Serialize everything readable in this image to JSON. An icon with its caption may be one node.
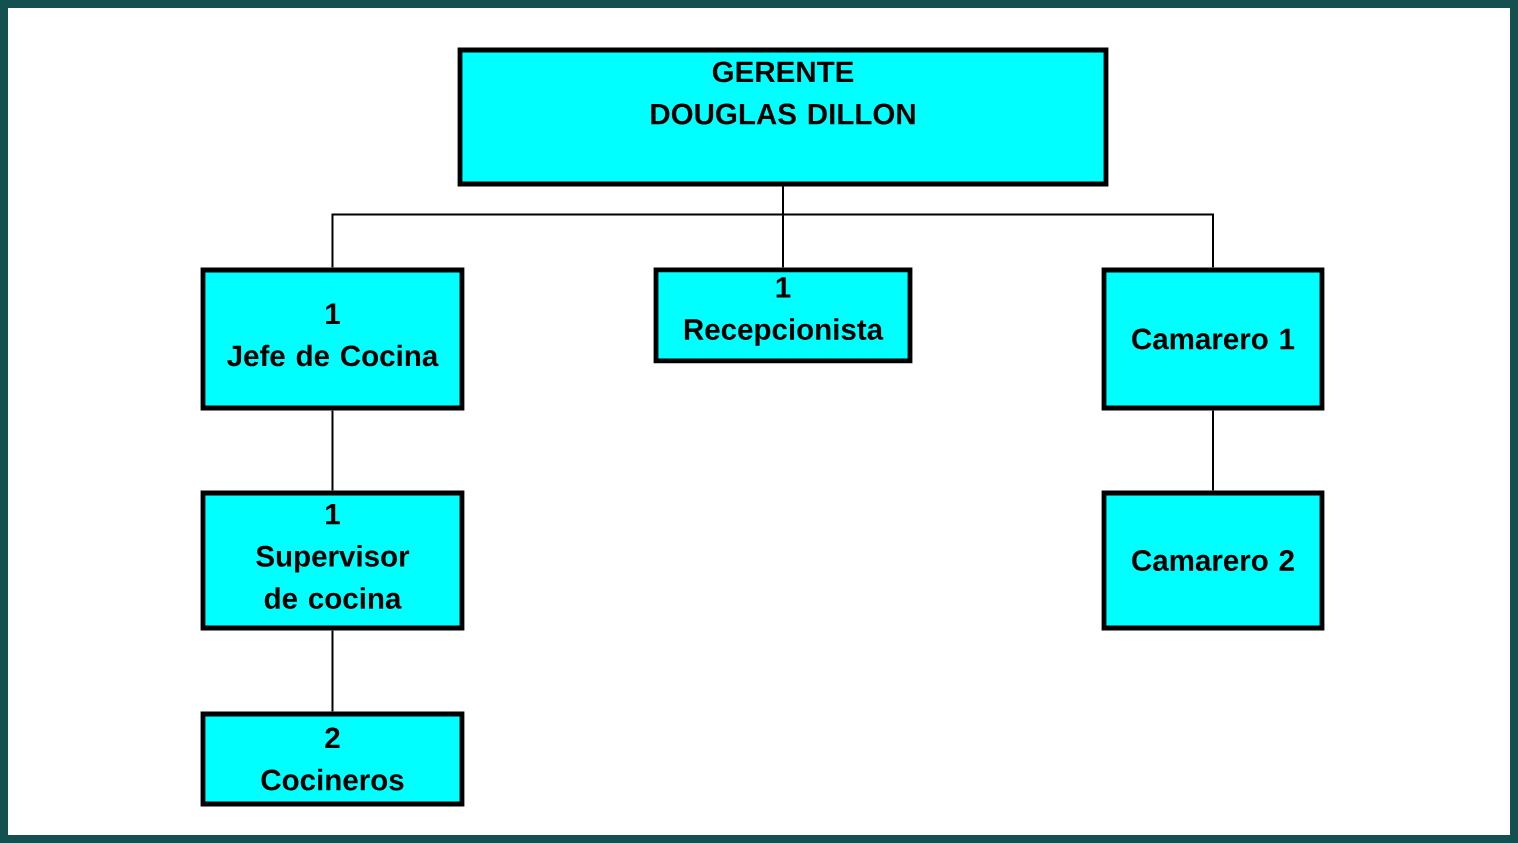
{
  "diagram": {
    "nodes": [
      {
        "text": [
          "GERENTE",
          "DOUGLAS DILLON"
        ]
      },
      {
        "text": [
          "1",
          "Jefe de Cocina"
        ]
      },
      {
        "text": [
          "1",
          "Recepcionista"
        ]
      },
      {
        "text": [
          "Camarero 1"
        ]
      },
      {
        "text": [
          "1",
          "Supervisor de cocina"
        ]
      },
      {
        "text": [
          "2",
          "Cocineros"
        ]
      },
      {
        "text": [
          "Camarero 2"
        ]
      }
    ],
    "edges": [
      {
        "from": 0,
        "to": 1,
        "arrow": "none"
      },
      {
        "from": 0,
        "to": 2,
        "arrow": "none"
      },
      {
        "from": 0,
        "to": 3,
        "arrow": "none"
      },
      {
        "from": 1,
        "to": 4,
        "arrow": "none"
      },
      {
        "from": 4,
        "to": 5,
        "arrow": "none"
      },
      {
        "from": 3,
        "to": 6,
        "arrow": "none"
      }
    ]
  }
}
